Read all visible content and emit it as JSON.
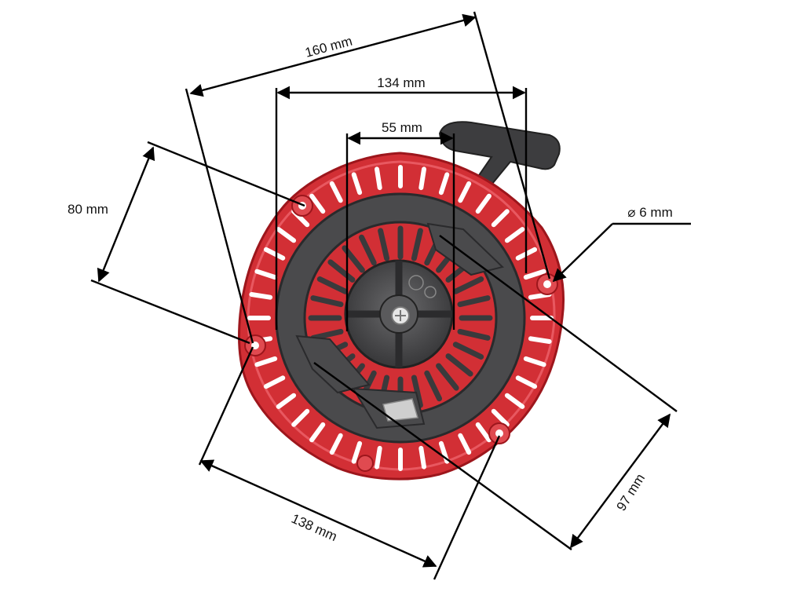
{
  "dimensions": {
    "width_160": "160 mm",
    "width_134": "134 mm",
    "width_55": "55 mm",
    "height_80": "80 mm",
    "hole_6": "⌀ 6 mm",
    "width_138": "138 mm",
    "height_97": "97 mm"
  },
  "colors": {
    "housing": "#d22f35",
    "housing_dark": "#a8181f",
    "cover": "#4a4a4c",
    "cover_dark": "#2f2f31",
    "handle": "#3b3b3d",
    "dimension_lines": "#000000"
  },
  "icons": {
    "part": "recoil-starter-drawing"
  }
}
